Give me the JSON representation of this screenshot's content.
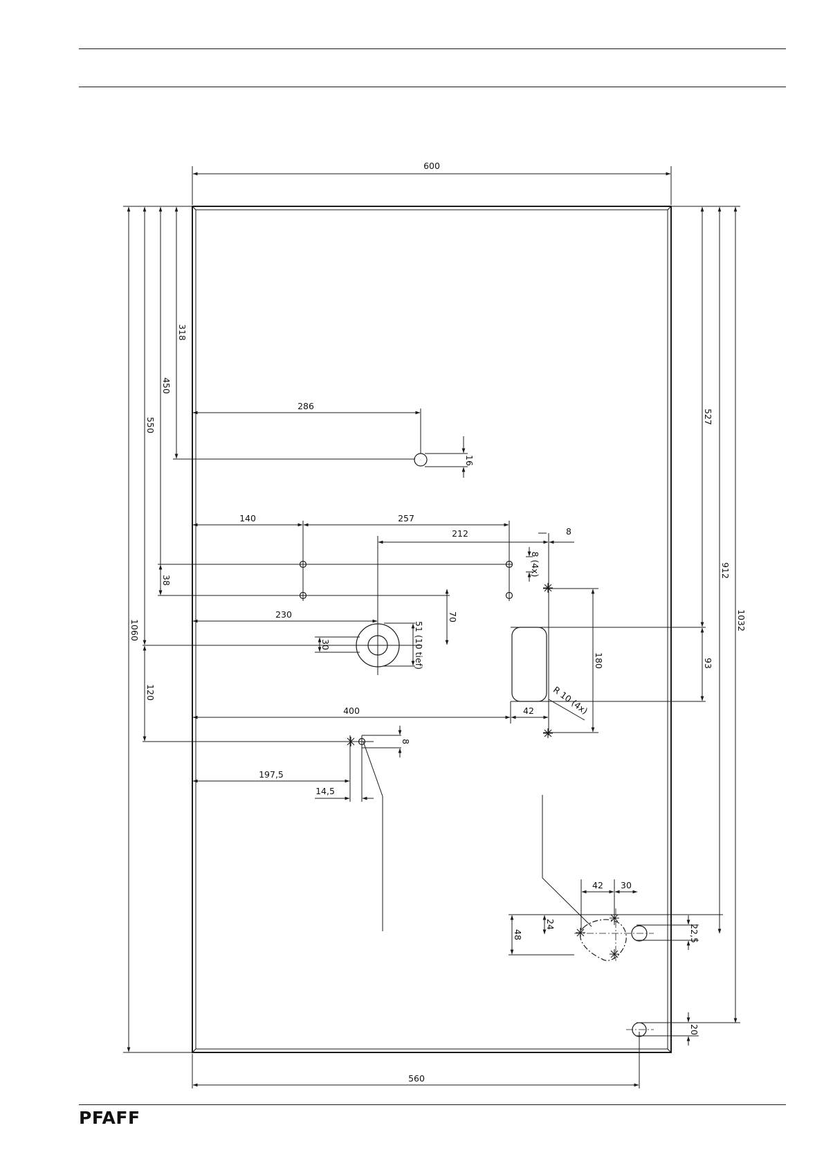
{
  "brand": {
    "logo_text": "PFAFF"
  },
  "dimensions": {
    "width_top": "600",
    "width_bottom": "560",
    "d318": "318",
    "d450": "450",
    "d550": "550",
    "d1060": "1060",
    "d120": "120",
    "d38": "38",
    "d527": "527",
    "d912": "912",
    "d1032": "1032",
    "d93": "93",
    "d286": "286",
    "d16": "16",
    "d140": "140",
    "d257": "257",
    "d212": "212",
    "d8_top": "8",
    "d8_holes": "8 (4x)",
    "d70": "70",
    "d230": "230",
    "d30": "30",
    "d51": "51 (10 tief)",
    "d180": "180",
    "d400": "400",
    "d42_slot": "42",
    "d_r10": "R 10 (4x)",
    "d8_small": "8",
    "d197": "197,5",
    "d14": "14,5",
    "d42_tri": "42",
    "d30_tri": "30",
    "d24": "24",
    "d48": "48",
    "d22": "22,5",
    "d20": "20"
  }
}
